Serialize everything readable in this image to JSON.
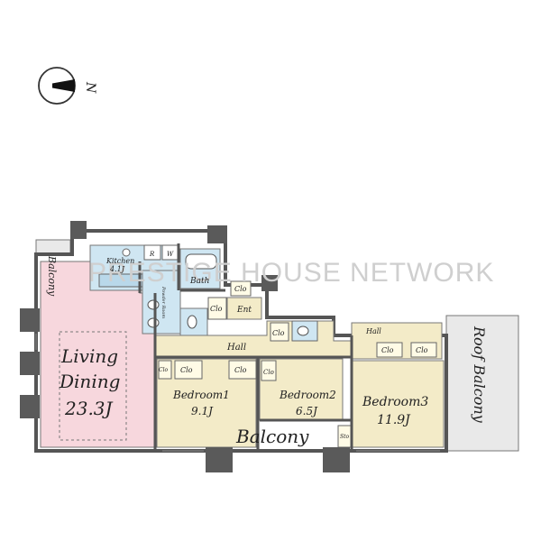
{
  "compass": {
    "label": "N"
  },
  "watermark": "PRESTIGE HOUSE NETWORK",
  "rooms": {
    "balcony_left": "Balcony",
    "kitchen": "Kitchen",
    "kitchen_size": "4.1J",
    "r": "R",
    "w": "W",
    "bath": "Bath",
    "powder_room": "Powder Room",
    "living_line1": "Living",
    "living_line2": "Dining",
    "living_size": "23.3J",
    "ent": "Ent",
    "hall": "Hall",
    "hall2": "Hall",
    "clo": "Clo",
    "bedroom1": "Bedroom1",
    "bedroom1_size": "9.1J",
    "bedroom2": "Bedroom2",
    "bedroom2_size": "6.5J",
    "bedroom3": "Bedroom3",
    "bedroom3_size": "11.9J",
    "balcony_bottom": "Balcony",
    "sto": "Sto",
    "roof_balcony": "Roof Balcony"
  },
  "colors": {
    "living": "#f7d7dd",
    "rooms": "#f3ebc8",
    "wet": "#cfe6f2",
    "balcony": "#e9e9e9",
    "wall": "#555555",
    "column": "#5a5a5a"
  }
}
